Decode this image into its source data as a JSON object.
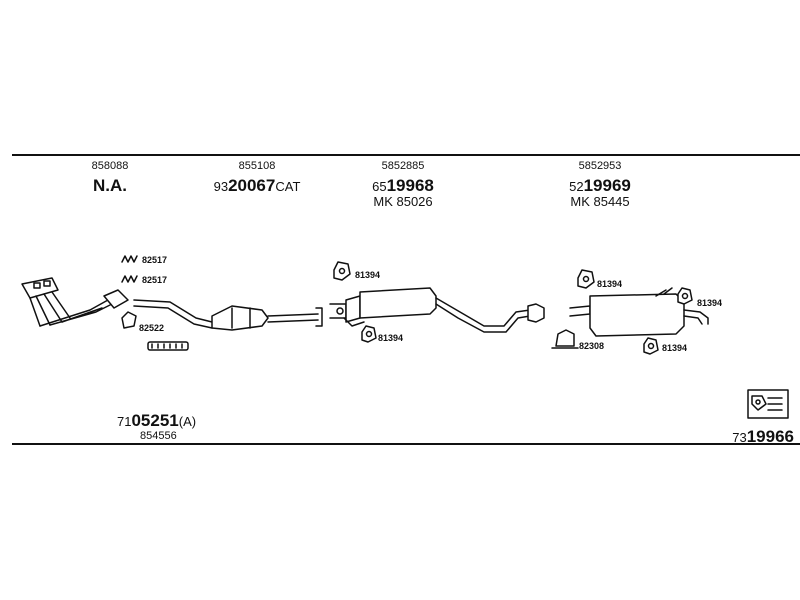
{
  "columns": [
    {
      "top": "858088",
      "main": "N.A."
    },
    {
      "top": "855108",
      "main_prefix": "93",
      "main_bold": "20067",
      "main_suffix": "CAT"
    },
    {
      "top": "5852885",
      "main_prefix": "65",
      "main_bold": "19968",
      "kit": "MK  85026"
    },
    {
      "top": "5852953",
      "main_prefix": "52",
      "main_bold": "19969",
      "kit": "MK  85445"
    }
  ],
  "part_labels": {
    "p1": "82517",
    "p2": "82517",
    "p3": "82522",
    "p4": "81394",
    "p5": "81394",
    "p6": "81394",
    "p7": "81394",
    "p8": "82308",
    "p9": "81394"
  },
  "bottom_left": {
    "prefix": "71",
    "bold": "05251",
    "suffix": "(A)",
    "sub": "854556"
  },
  "bottom_right": {
    "prefix": "73",
    "bold": "19966"
  },
  "colors": {
    "line": "#111111",
    "background": "#ffffff"
  },
  "icons": [
    "kit-box-icon"
  ]
}
